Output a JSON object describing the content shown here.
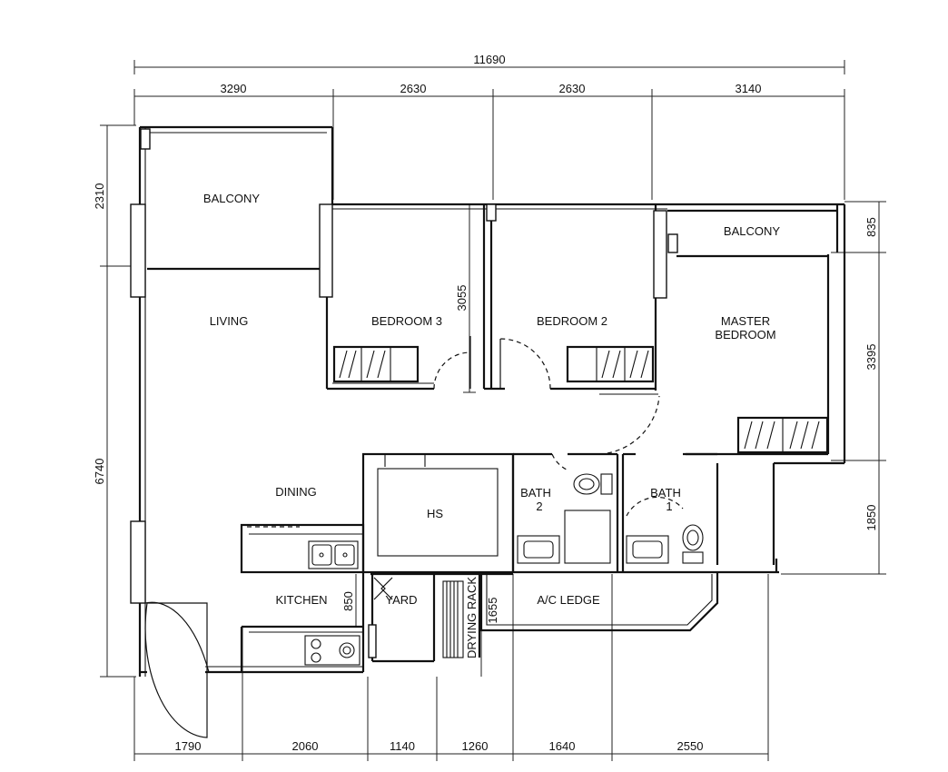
{
  "dimensions": {
    "top_total": "11690",
    "top": [
      "3290",
      "2630",
      "2630",
      "3140"
    ],
    "bottom": [
      "1790",
      "2060",
      "1140",
      "1260",
      "1640",
      "2550"
    ],
    "left": [
      "2310",
      "6740"
    ],
    "right": [
      "835",
      "3395",
      "1850"
    ],
    "inner": {
      "bedroom3_depth": "3055",
      "kitchen_yard": "850",
      "drying_rack": "1655"
    }
  },
  "rooms": {
    "balcony_left": "BALCONY",
    "balcony_right": "BALCONY",
    "living": "LIVING",
    "bedroom3": "BEDROOM 3",
    "bedroom2": "BEDROOM 2",
    "master_line1": "MASTER",
    "master_line2": "BEDROOM",
    "dining": "DINING",
    "hs": "HS",
    "bath2_line1": "BATH",
    "bath2_line2": "2",
    "bath1_line1": "BATH",
    "bath1_line2": "1",
    "kitchen": "KITCHEN",
    "yard": "YARD",
    "drying_rack": "DRYING RACK",
    "ac_ledge": "A/C LEDGE"
  }
}
